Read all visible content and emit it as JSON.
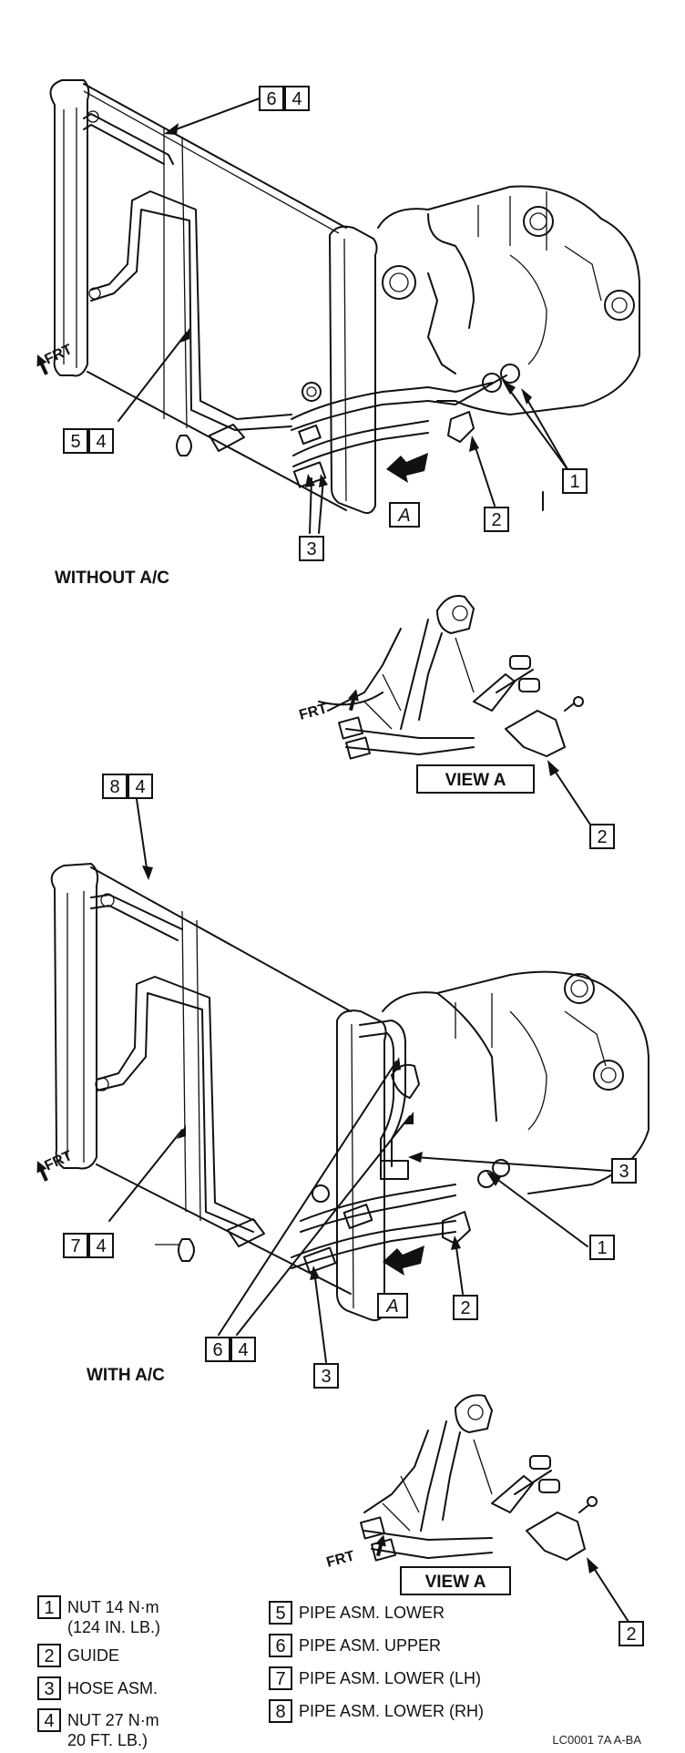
{
  "top_diagram": {
    "title": "WITHOUT A/C",
    "callouts": [
      {
        "id": "upper-pipe",
        "nums": [
          "6",
          "4"
        ]
      },
      {
        "id": "lower-pipe",
        "nums": [
          "5",
          "4"
        ]
      },
      {
        "id": "nut",
        "nums": [
          "1"
        ]
      },
      {
        "id": "guide",
        "nums": [
          "2"
        ]
      },
      {
        "id": "hose",
        "nums": [
          "3"
        ]
      }
    ],
    "frt": "FRT",
    "view_arrow": "A"
  },
  "view_a_1": {
    "title": "VIEW A",
    "frt": "FRT",
    "callout": "2"
  },
  "bottom_diagram": {
    "title": "WITH A/C",
    "callouts": [
      {
        "id": "upper-rh",
        "nums": [
          "8",
          "4"
        ]
      },
      {
        "id": "lower-lh",
        "nums": [
          "7",
          "4"
        ]
      },
      {
        "id": "upper",
        "nums": [
          "6",
          "4"
        ]
      },
      {
        "id": "hose-upper",
        "nums": [
          "3"
        ]
      },
      {
        "id": "nut",
        "nums": [
          "1"
        ]
      },
      {
        "id": "guide",
        "nums": [
          "2"
        ]
      },
      {
        "id": "hose-lower",
        "nums": [
          "3"
        ]
      }
    ],
    "frt": "FRT",
    "view_arrow": "A"
  },
  "view_a_2": {
    "title": "VIEW A",
    "frt": "FRT",
    "callout": "2"
  },
  "legend": [
    {
      "num": "1",
      "line1": "NUT 14 N·m",
      "line2": "(124 IN. LB.)"
    },
    {
      "num": "2",
      "line1": "GUIDE",
      "line2": ""
    },
    {
      "num": "3",
      "line1": "HOSE ASM.",
      "line2": ""
    },
    {
      "num": "4",
      "line1": "NUT 27 N·m",
      "line2": "20 FT. LB.)"
    },
    {
      "num": "5",
      "line1": "PIPE ASM. LOWER",
      "line2": ""
    },
    {
      "num": "6",
      "line1": "PIPE ASM. UPPER",
      "line2": ""
    },
    {
      "num": "7",
      "line1": "PIPE ASM. LOWER (LH)",
      "line2": ""
    },
    {
      "num": "8",
      "line1": "PIPE ASM. LOWER (RH)",
      "line2": ""
    }
  ],
  "figure_code": "LC0001 7A A-BA"
}
